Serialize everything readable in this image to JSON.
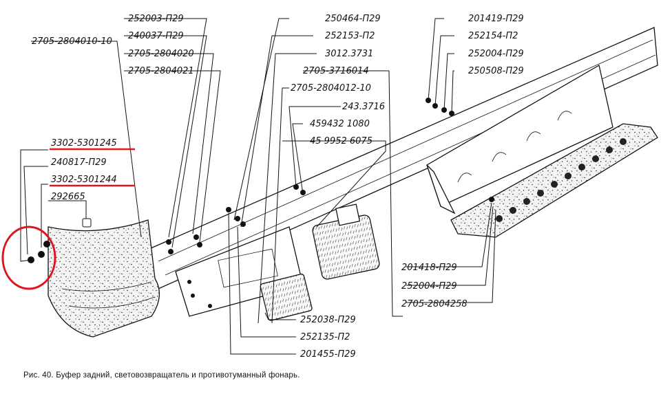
{
  "figure": {
    "caption": "Рис. 40. Буфер задний, световозвращатель и противотуманный фонарь.",
    "highlight_color": "#e0141e"
  },
  "labels": {
    "l01": "252003-П29",
    "l02": "240037-П29",
    "l03": "2705-2804020",
    "l04": "2705-2804021",
    "l05": "2705-2804010-10",
    "l06": "250464-П29",
    "l07": "252153-П2",
    "l08": "3012.3731",
    "l09": "2705-3716014",
    "l10": "2705-2804012-10",
    "l11": "243.3716",
    "l12": "459432 1080",
    "l13": "45 9952 6075",
    "l14": "201419-П29",
    "l15": "252154-П2",
    "l16": "252004-П29",
    "l17": "250508-П29",
    "l18": "3302-5301245",
    "l19": "240817-П29",
    "l20": "3302-5301244",
    "l21": "292665",
    "l22": "201418-П29",
    "l23": "252004-П29",
    "l24": "2705-2804258",
    "l25": "252038-П29",
    "l26": "252135-П2",
    "l27": "201455-П29"
  }
}
